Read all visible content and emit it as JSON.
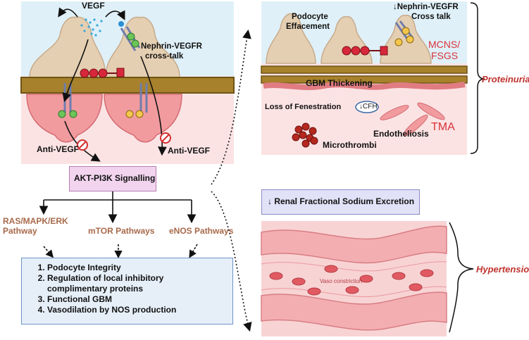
{
  "left_panel": {
    "vegf": "VEGF",
    "nephrin_line1": "Nephrin-VEGFR",
    "nephrin_line2": "cross-talk",
    "anti_vegf_left": "Anti-VEGF",
    "anti_vegf_right": "Anti-VEGF"
  },
  "signalling": {
    "akt": "AKT-PI3K Signalling",
    "ras_line1": "RAS/MAPK/ERK",
    "ras_line2": "Pathway",
    "mtor": "mTOR Pathways",
    "enos": "eNOS Pathways"
  },
  "outcomes": [
    "Podocyte Integrity",
    "Regulation of local inhibitory",
    "complimentary proteins",
    "Functional GBM",
    "Vasodilation by NOS production"
  ],
  "right_top": {
    "podocyte_line1": "Podocyte",
    "podocyte_line2": "Effacement",
    "crosstalk_line1": "↓Nephrin-VEGFR",
    "crosstalk_line2": "Cross talk",
    "mcns_line1": "MCNS/",
    "mcns_line2": "FSGS",
    "gbm": "GBM Thickening",
    "fenestration": "Loss of Fenestration",
    "cfh": "↓CFH",
    "endotheliosis": "Endotheliosis",
    "tma": "TMA",
    "microthrombi": "Microthrombi",
    "proteinuria": "Proteinuria"
  },
  "right_bottom": {
    "sodium": "↓ Renal Fractional Sodium Excretion",
    "vaso": "Vaso constriction",
    "hypertension": "Hypertension"
  },
  "colors": {
    "bracket_labels": "#c0332f",
    "pathway_text": "#a8694a",
    "akt_box": "#f2d4ef",
    "outcomes_box": "#e6eff8",
    "sodium_box": "#e1e1f7"
  }
}
